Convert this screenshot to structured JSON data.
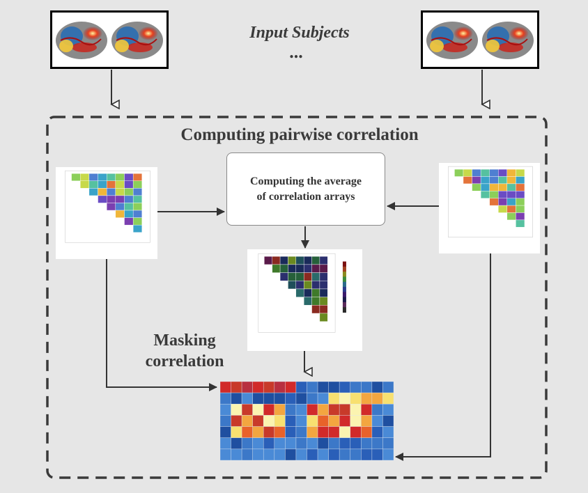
{
  "title": "Input Subjects",
  "ellipsis": "...",
  "section_title": "Computing pairwise correlation",
  "avg_box_text": "Computing the average\nof correlation arrays",
  "masking_label": "Masking\ncorrelation",
  "colors": {
    "background": "#e6e6e6",
    "border": "#3a3a3a",
    "text": "#3a3a3a",
    "arrow": "#333333"
  }
}
